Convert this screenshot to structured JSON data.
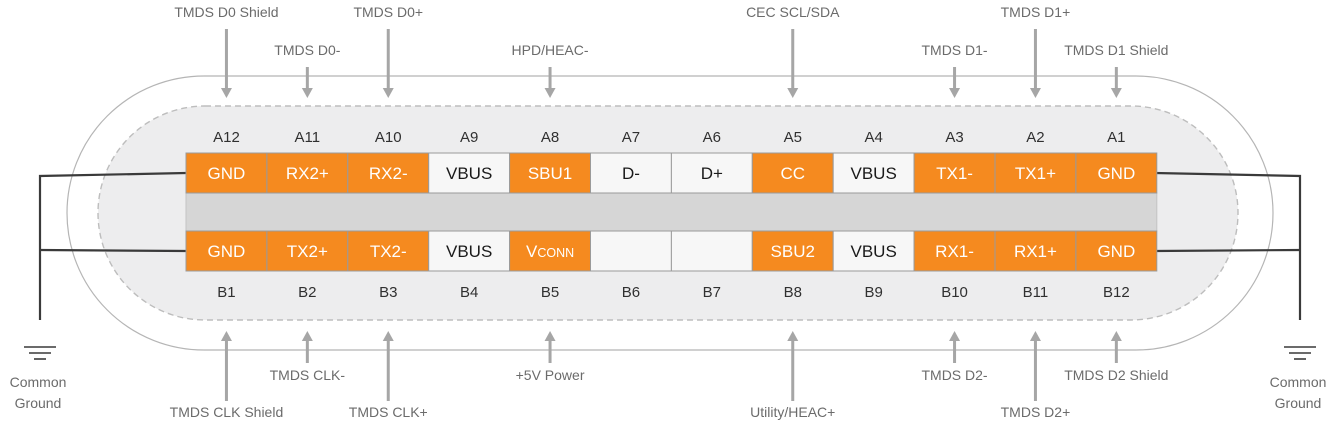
{
  "colors": {
    "orange": "#F58A1F",
    "white_cell": "#F7F7F7",
    "mid_band": "#D6D6D6",
    "outline": "#B5B5B5",
    "inner_fill": "#EDEDEE",
    "dashed": "#BDBDBD",
    "arrow": "#A6A6A6",
    "label_gray": "#6B6B6B",
    "pin_label": "#303030",
    "wire": "#3A3A3A"
  },
  "top_pins": [
    {
      "pin": "A12",
      "signal": "GND",
      "orange": true
    },
    {
      "pin": "A11",
      "signal": "RX2+",
      "orange": true
    },
    {
      "pin": "A10",
      "signal": "RX2-",
      "orange": true
    },
    {
      "pin": "A9",
      "signal": "VBUS",
      "orange": false
    },
    {
      "pin": "A8",
      "signal": "SBU1",
      "orange": true
    },
    {
      "pin": "A7",
      "signal": "D-",
      "orange": false
    },
    {
      "pin": "A6",
      "signal": "D+",
      "orange": false
    },
    {
      "pin": "A5",
      "signal": "CC",
      "orange": true
    },
    {
      "pin": "A4",
      "signal": "VBUS",
      "orange": false
    },
    {
      "pin": "A3",
      "signal": "TX1-",
      "orange": true
    },
    {
      "pin": "A2",
      "signal": "TX1+",
      "orange": true
    },
    {
      "pin": "A1",
      "signal": "GND",
      "orange": true
    }
  ],
  "bottom_pins": [
    {
      "pin": "B1",
      "signal": "GND",
      "orange": true
    },
    {
      "pin": "B2",
      "signal": "TX2+",
      "orange": true
    },
    {
      "pin": "B3",
      "signal": "TX2-",
      "orange": true
    },
    {
      "pin": "B4",
      "signal": "VBUS",
      "orange": false
    },
    {
      "pin": "B5",
      "signal": "VCONN",
      "orange": true
    },
    {
      "pin": "B6",
      "signal": "",
      "orange": false
    },
    {
      "pin": "B7",
      "signal": "",
      "orange": false
    },
    {
      "pin": "B8",
      "signal": "SBU2",
      "orange": true
    },
    {
      "pin": "B9",
      "signal": "VBUS",
      "orange": false
    },
    {
      "pin": "B10",
      "signal": "RX1-",
      "orange": true
    },
    {
      "pin": "B11",
      "signal": "RX1+",
      "orange": true
    },
    {
      "pin": "B12",
      "signal": "GND",
      "orange": true
    }
  ],
  "top_annotations": [
    {
      "label": "TMDS D0 Shield",
      "col": 0,
      "long": true
    },
    {
      "label": "TMDS D0-",
      "col": 1,
      "long": false
    },
    {
      "label": "TMDS D0+",
      "col": 2,
      "long": true
    },
    {
      "label": "HPD/HEAC-",
      "col": 4,
      "long": false
    },
    {
      "label": "CEC SCL/SDA",
      "col": 7,
      "long": true
    },
    {
      "label": "TMDS D1-",
      "col": 9,
      "long": false
    },
    {
      "label": "TMDS D1+",
      "col": 10,
      "long": true
    },
    {
      "label": "TMDS D1 Shield",
      "col": 11,
      "long": false
    }
  ],
  "bottom_annotations": [
    {
      "label": "TMDS CLK Shield",
      "col": 0,
      "long": true
    },
    {
      "label": "TMDS CLK-",
      "col": 1,
      "long": false
    },
    {
      "label": "TMDS CLK+",
      "col": 2,
      "long": true
    },
    {
      "label": "+5V Power",
      "col": 4,
      "long": false
    },
    {
      "label": "Utility/HEAC+",
      "col": 7,
      "long": true
    },
    {
      "label": "TMDS D2-",
      "col": 9,
      "long": false
    },
    {
      "label": "TMDS D2+",
      "col": 10,
      "long": true
    },
    {
      "label": "TMDS D2 Shield",
      "col": 11,
      "long": false
    }
  ],
  "ground": {
    "left_line1": "Common",
    "left_line2": "Ground",
    "right_line1": "Common",
    "right_line2": "Ground"
  }
}
